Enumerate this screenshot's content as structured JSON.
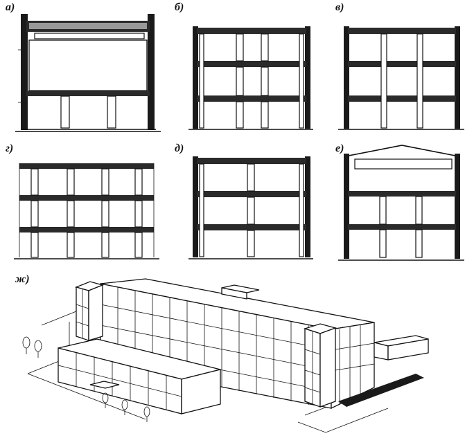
{
  "labels": {
    "a": "а)",
    "b": "б)",
    "v": "в)",
    "g": "г)",
    "d": "д)",
    "e": "е)",
    "zh": "ж)"
  }
}
